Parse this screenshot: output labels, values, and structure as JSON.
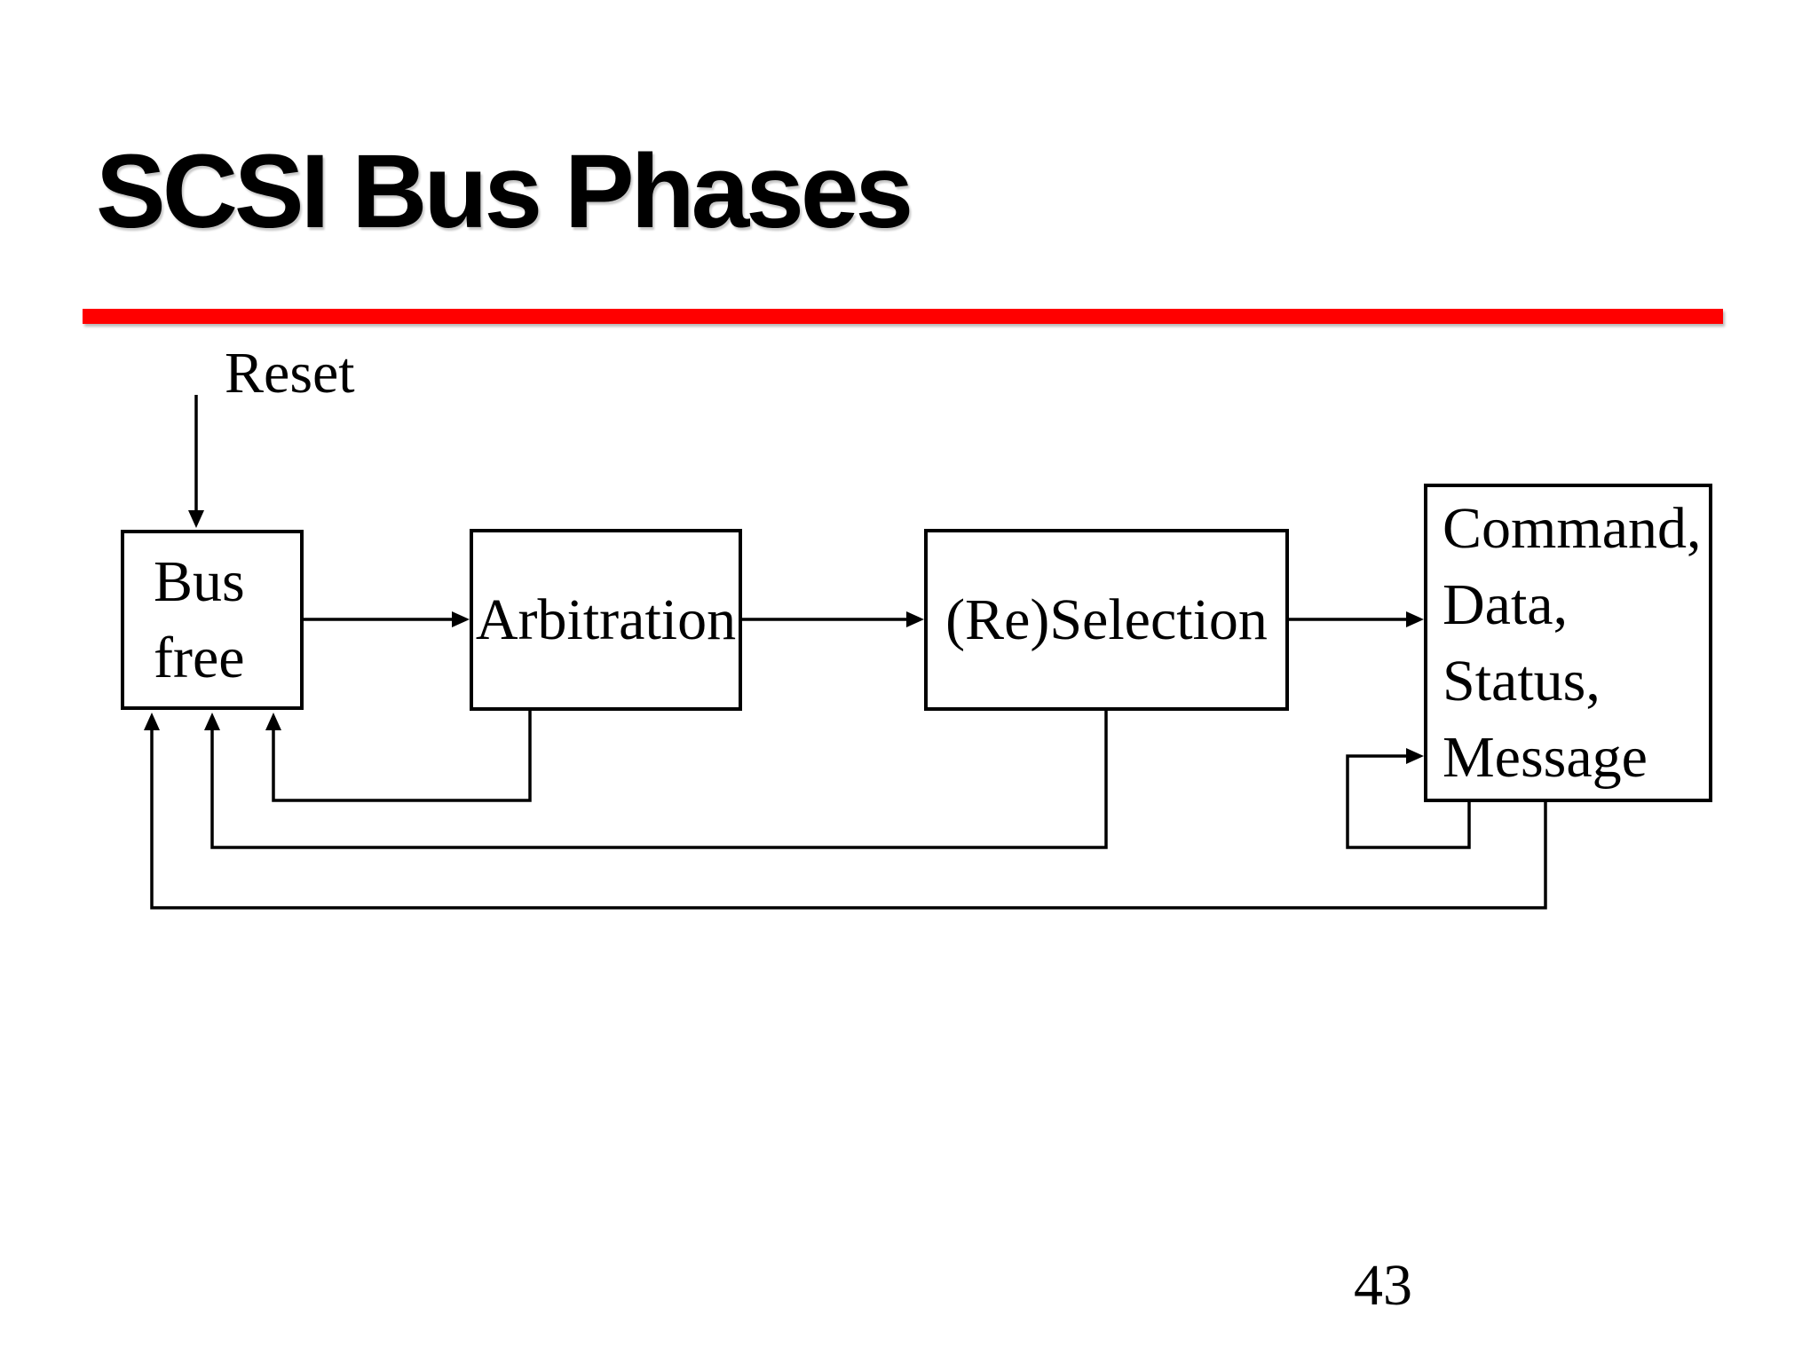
{
  "slide": {
    "title": "SCSI Bus Phases",
    "page_number": "43",
    "background_color": "#FFFFFF",
    "accent_color": "#FF0000",
    "ink_color": "#000000"
  },
  "diagram": {
    "reset_label": "Reset",
    "nodes": [
      {
        "id": "bus-free",
        "lines": [
          "Bus",
          "free"
        ]
      },
      {
        "id": "arbitration",
        "lines": [
          "Arbitration"
        ]
      },
      {
        "id": "reselection",
        "lines": [
          "(Re)Selection"
        ]
      },
      {
        "id": "phases",
        "lines": [
          "Command,",
          "Data,",
          "Status,",
          "Message"
        ]
      }
    ],
    "edges": [
      {
        "from": "reset",
        "to": "bus-free",
        "type": "arrow-down"
      },
      {
        "from": "bus-free",
        "to": "arbitration",
        "type": "arrow-right"
      },
      {
        "from": "arbitration",
        "to": "reselection",
        "type": "arrow-right"
      },
      {
        "from": "reselection",
        "to": "phases",
        "type": "arrow-right"
      },
      {
        "from": "arbitration",
        "to": "bus-free",
        "type": "feedback"
      },
      {
        "from": "reselection",
        "to": "bus-free",
        "type": "feedback"
      },
      {
        "from": "phases",
        "to": "bus-free",
        "type": "feedback"
      },
      {
        "from": "phases",
        "to": "phases",
        "type": "self-loop"
      }
    ]
  }
}
